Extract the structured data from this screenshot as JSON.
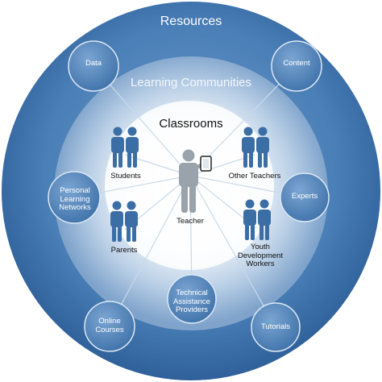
{
  "rings": {
    "outer_title": "Resources",
    "middle_title": "Learning Communities",
    "inner_title": "Classrooms"
  },
  "center": {
    "label": "Teacher"
  },
  "outer_nodes": [
    {
      "label": "Data"
    },
    {
      "label": "Content"
    },
    {
      "label": "Personal Learning Networks"
    },
    {
      "label": "Experts"
    },
    {
      "label": "Technical Assistance Providers"
    },
    {
      "label": "Online Courses"
    },
    {
      "label": "Tutorials"
    }
  ],
  "people_groups": [
    {
      "label": "Students"
    },
    {
      "label": "Other Teachers"
    },
    {
      "label": "Parents"
    },
    {
      "label": "Youth Development Workers"
    }
  ],
  "colors": {
    "outer_ring": "#3f74ac",
    "middle_ring": "#7fa5cc",
    "inner_glow": "#ffffff",
    "node_fill": "#5a88bb",
    "node_stroke": "#dce8f4",
    "person_fill": "#3b6ea5",
    "teacher_fill": "#9aa3ab",
    "spoke": "#c9d9ea"
  }
}
